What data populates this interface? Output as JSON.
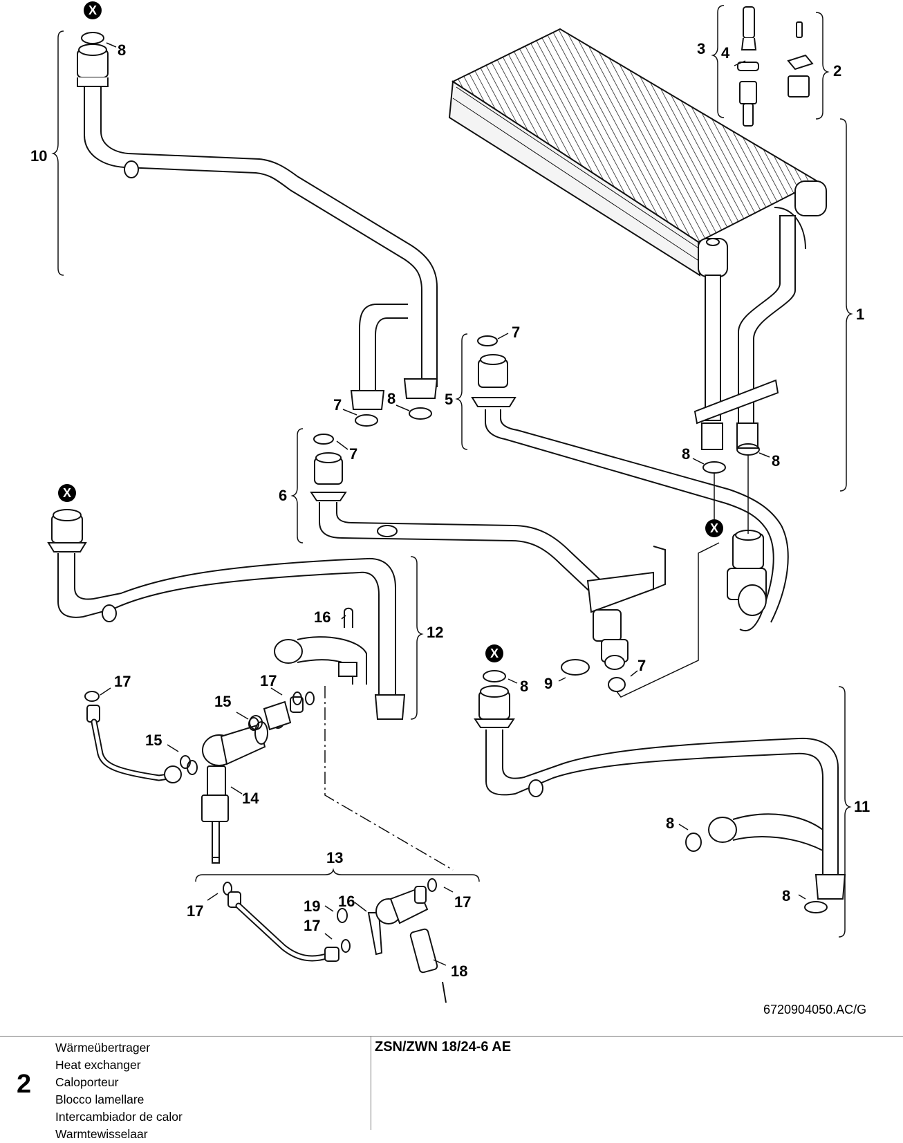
{
  "drawing_number": "6720904050.AC/G",
  "callouts": {
    "c1": "1",
    "c2": "2",
    "c3": "3",
    "c4": "4",
    "c5": "5",
    "c6": "6",
    "c7": "7",
    "c8": "8",
    "c9": "9",
    "c10": "10",
    "c11": "11",
    "c12": "12",
    "c13": "13",
    "c14": "14",
    "c15": "15",
    "c16": "16",
    "c17": "17",
    "c18": "18",
    "c19": "19"
  },
  "x_mark": "X",
  "footer": {
    "page_number": "2",
    "names": [
      "Wärmeübertrager",
      "Heat exchanger",
      "Caloporteur",
      "Blocco lamellare",
      "Intercambiador de calor",
      "Warmtewisselaar"
    ],
    "model": "ZSN/ZWN 18/24-6 AE"
  }
}
